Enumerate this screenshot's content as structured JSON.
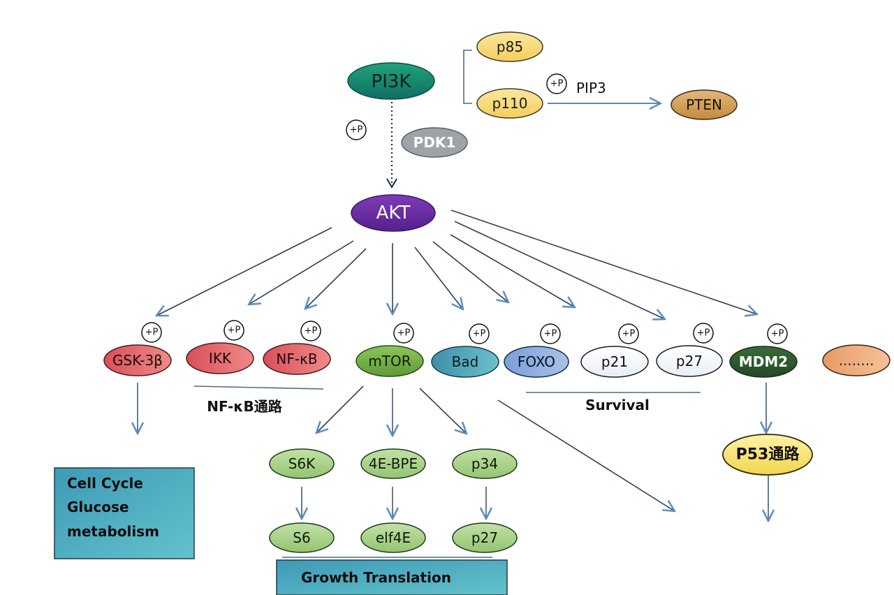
{
  "diagram": {
    "title": "PI3K/AKT signaling pathway",
    "upstream": {
      "pi3k": "PI3K",
      "p85": "p85",
      "p110": "p110",
      "pip3": "PIP3",
      "pten": "PTEN",
      "pdk1": "PDK1",
      "akt": "AKT"
    },
    "phospho_label": "+P",
    "akt_targets": [
      {
        "id": "gsk3b",
        "label": "GSK-3β",
        "phosphorylated": true,
        "color": "#e0666a"
      },
      {
        "id": "ikk",
        "label": "IKK",
        "phosphorylated": true,
        "color": "#e0666a"
      },
      {
        "id": "nfkb",
        "label": "NF-κB",
        "phosphorylated": true,
        "color": "#e0666a"
      },
      {
        "id": "mtor",
        "label": "mTOR",
        "phosphorylated": true,
        "color": "#79b34a"
      },
      {
        "id": "bad",
        "label": "Bad",
        "phosphorylated": true,
        "color": "#4fa3b8"
      },
      {
        "id": "foxo",
        "label": "FOXO",
        "phosphorylated": true,
        "color": "#8fb0de"
      },
      {
        "id": "p21",
        "label": "p21",
        "phosphorylated": true,
        "color": "#f4f7fb"
      },
      {
        "id": "p27",
        "label": "p27",
        "phosphorylated": true,
        "color": "#f4f7fb"
      },
      {
        "id": "mdm2",
        "label": "MDM2",
        "phosphorylated": true,
        "color": "#2f5a2f"
      },
      {
        "id": "other",
        "label": "........",
        "phosphorylated": false,
        "color": "#eea877"
      }
    ],
    "mtor_targets": [
      {
        "id": "s6k",
        "label": "S6K",
        "downstream": "S6"
      },
      {
        "id": "4ebpe",
        "label": "4E-BPE",
        "downstream": "elf4E"
      },
      {
        "id": "p34",
        "label": "p34",
        "downstream": "p27"
      }
    ],
    "group_labels": {
      "nfkb_pathway": "NF-κB通路",
      "survival": "Survival",
      "p53_pathway": "P53通路"
    },
    "outcome_boxes": {
      "cell_cycle": [
        "Cell Cycle",
        "Glucose",
        "metabolism"
      ],
      "growth": "Growth Translation"
    },
    "colors": {
      "pi3k": "#1a8f6e",
      "akt": "#6a2a9e",
      "pdk1": "#9ea3a8",
      "subunit": "#f7d97a",
      "pten": "#d4a15a",
      "p53": "#f5e06e",
      "mtor_child": "#a8d08a",
      "box": "#4fb0c4",
      "edge": "#3d5a80"
    }
  }
}
